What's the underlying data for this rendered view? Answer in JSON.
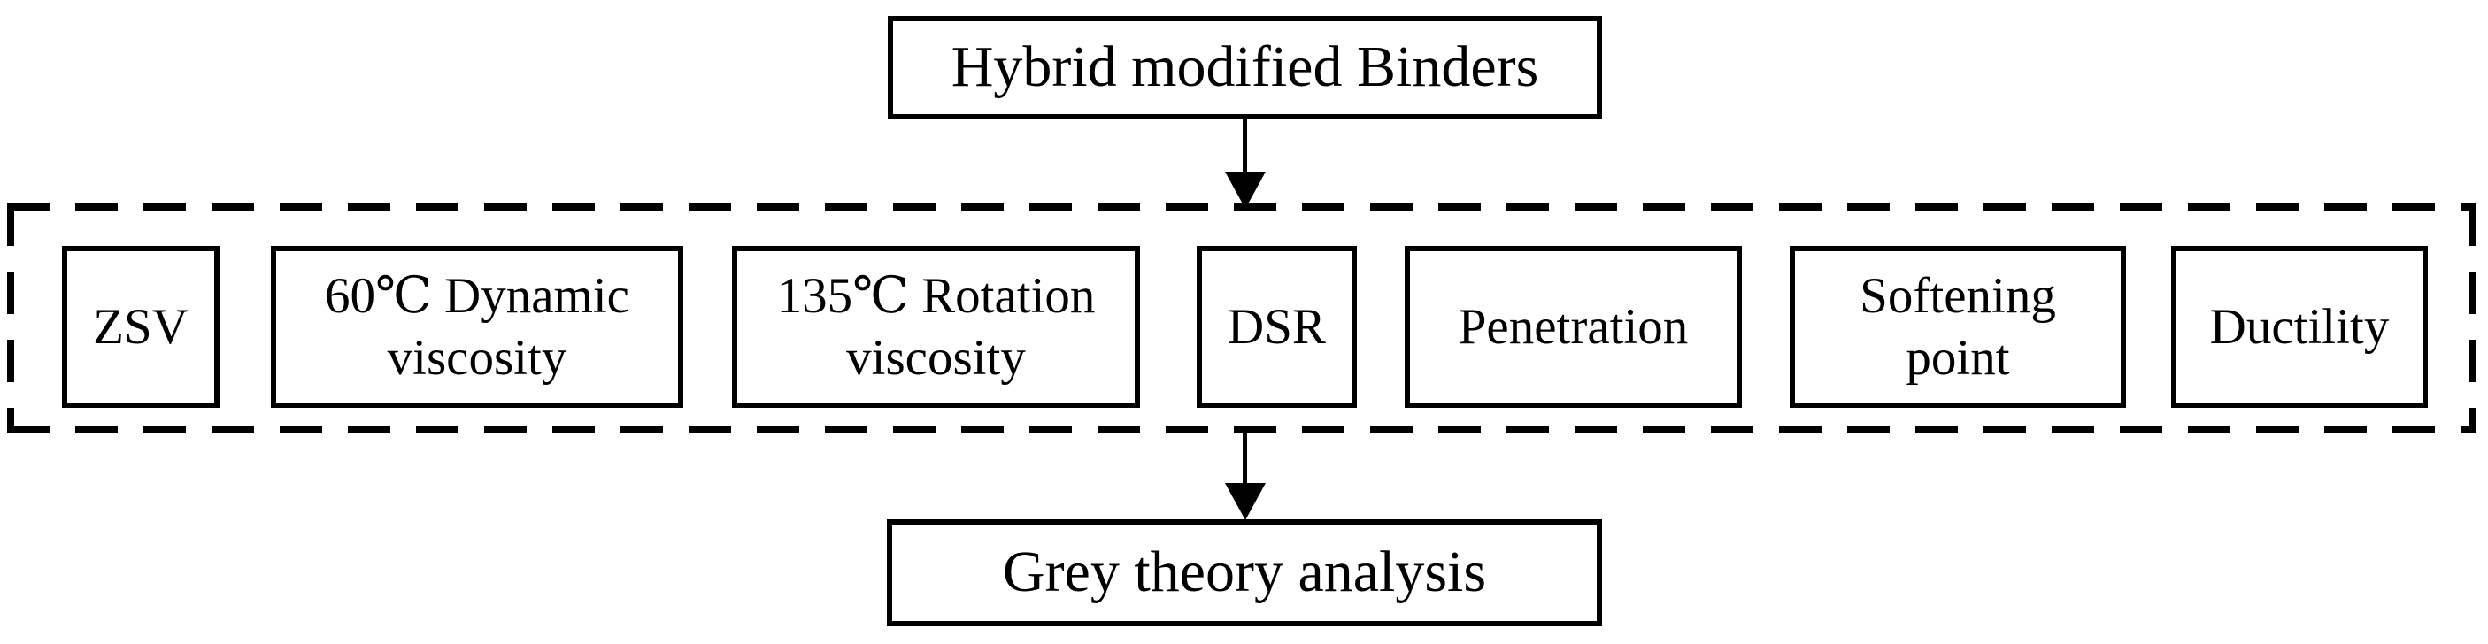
{
  "diagram": {
    "source_box": {
      "label": "Hybrid modified Binders"
    },
    "tests": [
      {
        "label": "ZSV"
      },
      {
        "label": "60℃ Dynamic viscosity"
      },
      {
        "label": "135℃ Rotation viscosity"
      },
      {
        "label": "DSR"
      },
      {
        "label": "Penetration"
      },
      {
        "label": "Softening point"
      },
      {
        "label": "Ductility"
      }
    ],
    "result_box": {
      "label": "Grey theory analysis"
    },
    "colors": {
      "line": "#000000",
      "text": "#000000",
      "background": "#ffffff"
    }
  }
}
